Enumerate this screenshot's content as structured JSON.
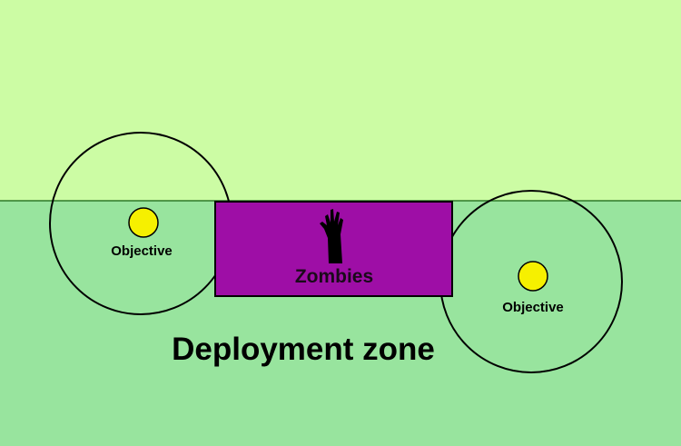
{
  "colors": {
    "upper_zone": "#ccfca4",
    "deployment_zone": "#98e49e",
    "zombie_box": "#9e0ea6",
    "objective": "#f6f000",
    "border": "#000000",
    "divider": "#2e7a2a"
  },
  "zombies": {
    "label": "Zombies",
    "icon": "zombie-hand-icon"
  },
  "objectives": [
    {
      "label": "Objective"
    },
    {
      "label": "Objective"
    }
  ],
  "deployment_zone": {
    "label": "Deployment zone"
  }
}
